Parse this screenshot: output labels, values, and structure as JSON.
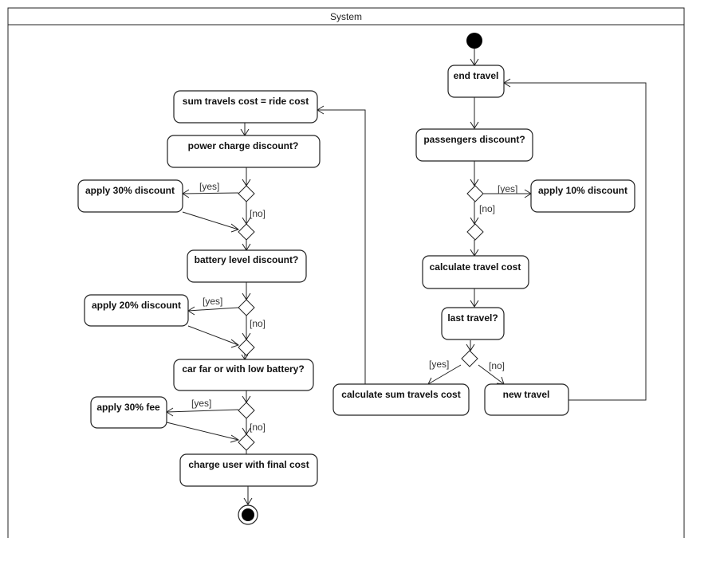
{
  "frame": {
    "title": "System"
  },
  "nodes": {
    "end_travel": "end travel",
    "passengers_discount": "passengers discount?",
    "apply_10": "apply 10% discount",
    "calculate_travel_cost": "calculate travel cost",
    "last_travel": "last travel?",
    "calculate_sum": "calculate sum travels cost",
    "new_travel": "new travel",
    "sum_equals": "sum travels cost = ride cost",
    "power_charge": "power charge discount?",
    "apply_30_discount": "apply 30% discount",
    "battery_level": "battery level discount?",
    "apply_20": "apply 20% discount",
    "car_far": "car far or with low battery?",
    "apply_30_fee": "apply 30% fee",
    "charge_user": "charge user with final cost"
  },
  "guards": {
    "yes": "[yes]",
    "no": "[no]"
  }
}
